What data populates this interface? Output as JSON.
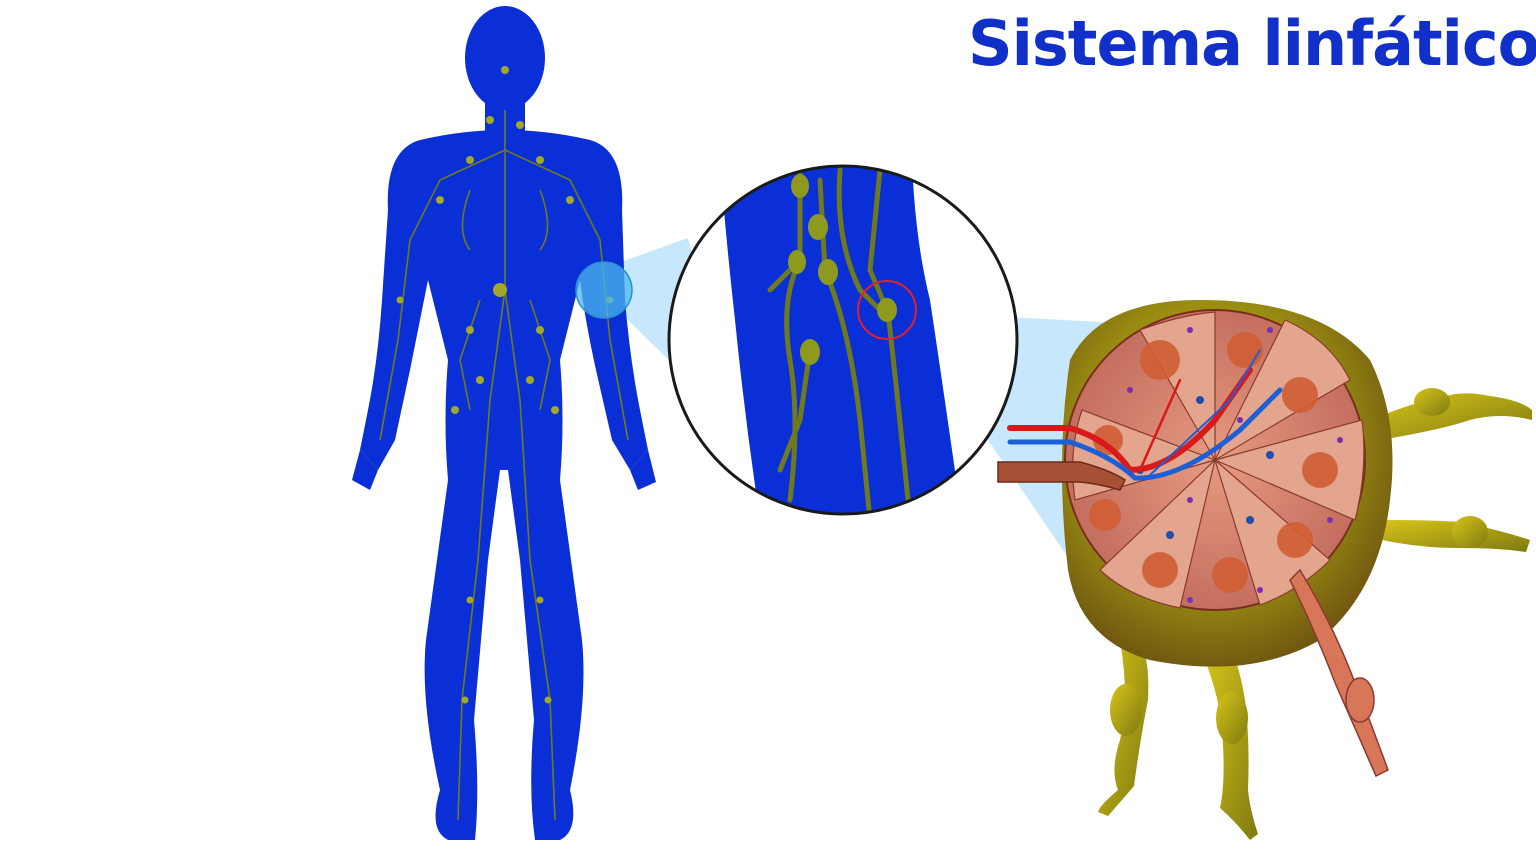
{
  "title": "Sistema linfático",
  "colors": {
    "body": "#0a2fd6",
    "vessel": "#6f7a1e",
    "node": "#a3a828",
    "zoom_beam": "#bde4fb",
    "highlight_ring": "#e0202a",
    "node_capsule": "#9c9a14",
    "node_cortex": "#c8756a",
    "artery": "#d91a1a",
    "vein": "#1c5fd6"
  },
  "icons": [
    "human-body-figure",
    "magnifier-circle",
    "lymph-node-cross-section"
  ]
}
